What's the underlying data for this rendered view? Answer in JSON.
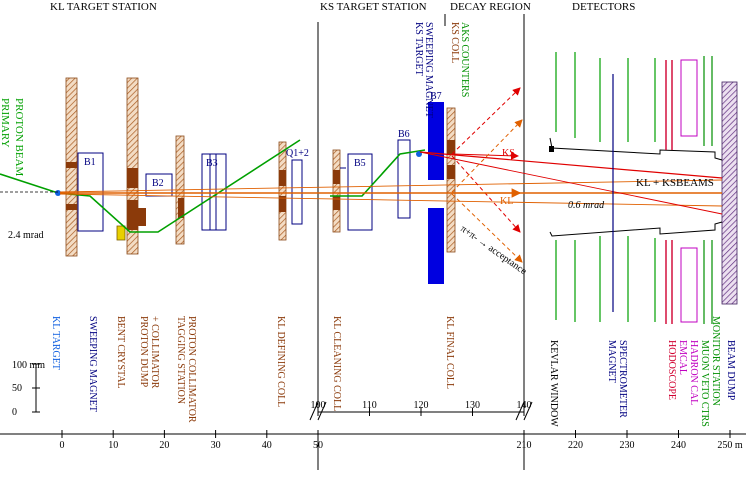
{
  "sections": {
    "kl_station": "KL TARGET STATION",
    "ks_station": "KS TARGET STATION",
    "decay_region": "DECAY REGION",
    "detectors": "DETECTORS"
  },
  "beam_labels": {
    "primary_beam": [
      "PRIMARY",
      "PROTON BEAM"
    ],
    "angle_24": "2.4 mrad",
    "angle_06": "0.6 mrad",
    "klks_beams": "KL + KSBEAMS",
    "ks": "KS",
    "kl": "KL",
    "acceptance": "π+π- → acceptance"
  },
  "element_boxes": {
    "b1": "B1",
    "b2": "B2",
    "b3": "B3",
    "q12": "Q1+2",
    "b5": "B5",
    "b6": "B6",
    "b7": "B7"
  },
  "vertical_labels": {
    "ks_target": "KS TARGET",
    "sweeping_magnet_top": "SWEEPING MAGNET",
    "ks_coll": "KS COLL",
    "aks_counters": "AKS COUNTERS",
    "kl_target": "KL TARGET",
    "sweeping_magnet": "SWEEPING MAGNET",
    "bent_crystal": "BENT CRYSTAL",
    "proton_dump": "PROTON DUMP",
    "plus_collimator": "+ COLLIMATOR",
    "tagging_station": "TAGGING STATION",
    "proton_collimator": "PROTON COLLIMATOR",
    "kl_defining_coll": "KL DEFINING COLL",
    "kl_cleaning_coll": "KL CLEANING COLL",
    "kl_final_coll": "KL FINAL COLL",
    "kevlar_window": "KEVLAR WINDOW",
    "spectrometer": "SPECTROMETER",
    "magnet": "MAGNET",
    "hodoscope": "HODOSCOPE",
    "emcal": "EMCAL",
    "had_cal": "HADRON CAL",
    "muon_veto": "MUON VETO CTRS",
    "monitor_station": "MONITOR STATION",
    "beam_dump": "BEAM DUMP"
  },
  "scale_bar": {
    "label": "100 mm",
    "ticks": [
      "50",
      "0"
    ]
  },
  "axis_segments": [
    {
      "ticks": [
        "0",
        "10",
        "20",
        "30",
        "40",
        "50"
      ]
    },
    {
      "ticks": [
        "100",
        "110",
        "120",
        "130",
        "140"
      ]
    },
    {
      "ticks": [
        "210",
        "220",
        "230",
        "240",
        "250 m"
      ]
    }
  ],
  "colors": {
    "primary": "#00a000",
    "kl_beam": "#e06000",
    "ks_beam": "#e00000",
    "magnet": "#000080",
    "blue_fill": "#0000e0",
    "collimator": "#8b3a0a",
    "hatch": "#b86a30",
    "muon": "#009000",
    "hadcal": "#c000c0",
    "hodo": "#d00030"
  }
}
